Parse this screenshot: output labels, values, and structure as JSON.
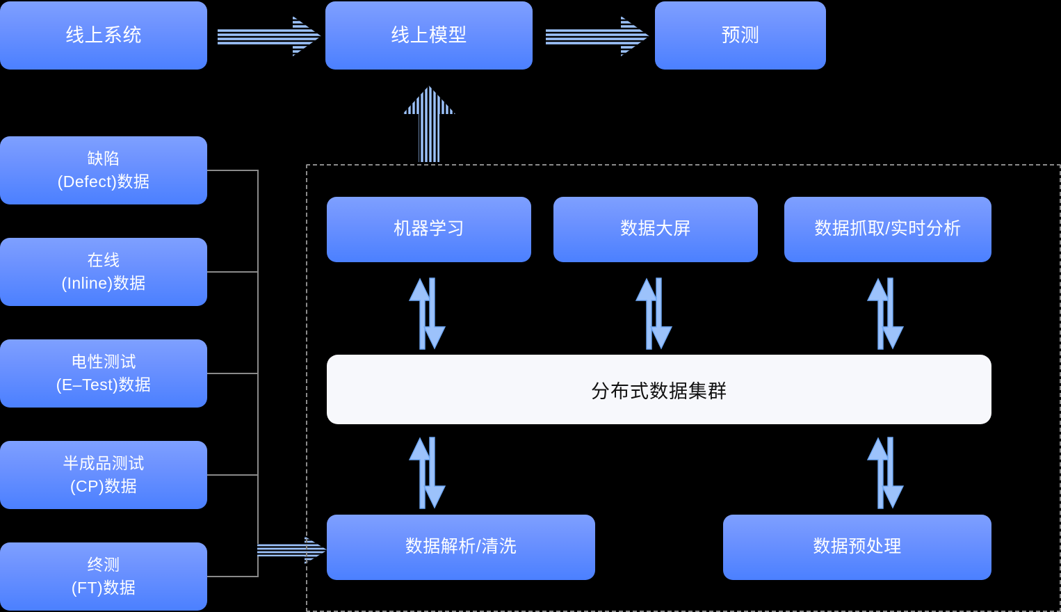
{
  "diagram": {
    "title_flow": {
      "online_system": {
        "line1": "线上系统"
      },
      "online_model": {
        "line1": "线上模型"
      },
      "prediction": {
        "line1": "预测"
      }
    },
    "data_sources": [
      {
        "line1": "缺陷",
        "line2": "(Defect)数据"
      },
      {
        "line1": "在线",
        "line2": "(Inline)数据"
      },
      {
        "line1": "电性测试",
        "line2": "(E–Test)数据"
      },
      {
        "line1": "半成品测试",
        "line2": "(CP)数据"
      },
      {
        "line1": "终测",
        "line2": "(FT)数据"
      }
    ],
    "platform": {
      "top_row": [
        {
          "label": "机器学习"
        },
        {
          "label": "数据大屏"
        },
        {
          "label": "数据抓取/实时分析"
        }
      ],
      "cluster": {
        "label": "分布式数据集群"
      },
      "bottom_row": [
        {
          "label": "数据解析/清洗"
        },
        {
          "label": "数据预处理"
        }
      ]
    },
    "arrows": {
      "striped_right_1": "striped-right-arrow",
      "striped_right_2": "striped-right-arrow",
      "striped_right_3": "striped-right-arrow",
      "striped_up": "striped-up-arrow",
      "bidi_1": "bidirectional-vertical-arrow",
      "bidi_2": "bidirectional-vertical-arrow",
      "bidi_3": "bidirectional-vertical-arrow",
      "bidi_4": "bidirectional-vertical-arrow",
      "bidi_5": "bidirectional-vertical-arrow"
    }
  },
  "colors": {
    "node_gradient_top": "#7EA0FF",
    "node_gradient_bottom": "#4B80FF",
    "node_text": "#FFFFFF",
    "cluster_bg": "#F7F8FC",
    "cluster_text": "#111111",
    "arrow_fill": "#9CC2FB",
    "arrow_stroke": "#6FA8F5",
    "connector_line": "#8A8A8A",
    "dashed_border": "#8B8B8B",
    "background": "#000000"
  }
}
